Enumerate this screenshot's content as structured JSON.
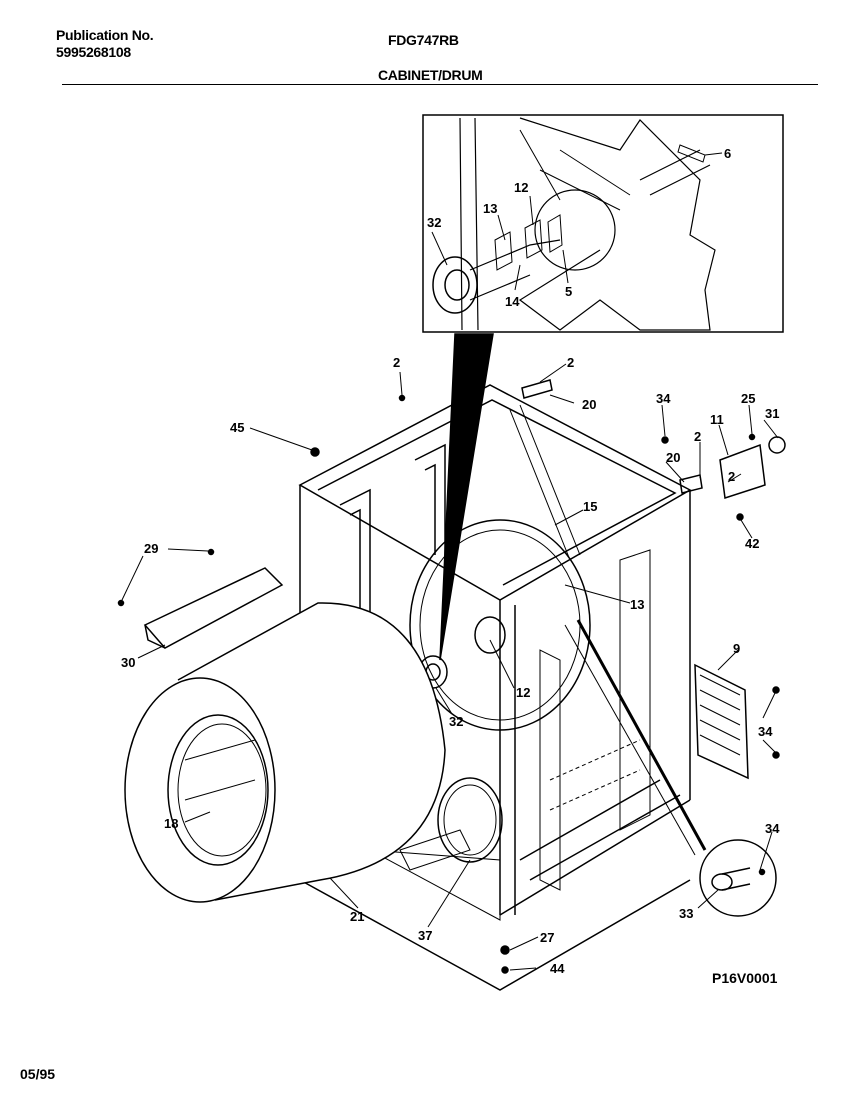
{
  "header": {
    "publication_label": "Publication No.",
    "publication_number": "5995268108",
    "model": "FDG747RB",
    "section_title": "CABINET/DRUM"
  },
  "footer": {
    "drawing_code": "P16V0001",
    "date": "05/95"
  },
  "callouts": {
    "c2a": "2",
    "c2b": "2",
    "c2c": "2",
    "c2d": "2",
    "c5": "5",
    "c6": "6",
    "c9": "9",
    "c11": "11",
    "c12a": "12",
    "c12b": "12",
    "c13a": "13",
    "c13b": "13",
    "c14": "14",
    "c15": "15",
    "c18": "18",
    "c20a": "20",
    "c20b": "20",
    "c21": "21",
    "c25": "25",
    "c27": "27",
    "c29": "29",
    "c30": "30",
    "c31": "31",
    "c32a": "32",
    "c32b": "32",
    "c33": "33",
    "c34a": "34",
    "c34b": "34",
    "c34c": "34",
    "c37": "37",
    "c42": "42",
    "c44": "44",
    "c45": "45"
  }
}
